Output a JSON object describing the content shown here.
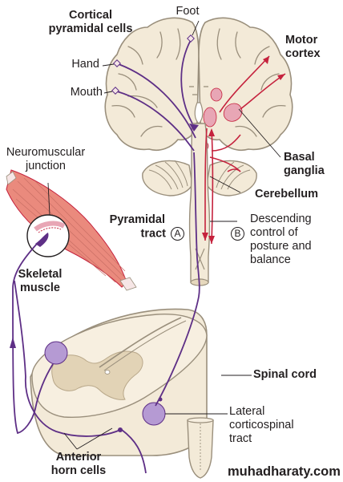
{
  "labels": {
    "foot": "Foot",
    "cortical_pyramidal_cells_line1": "Cortical",
    "cortical_pyramidal_cells_line2": "pyramidal cells",
    "hand": "Hand",
    "mouth": "Mouth",
    "motor_cortex_line1": "Motor",
    "motor_cortex_line2": "cortex",
    "basal_ganglia_line1": "Basal",
    "basal_ganglia_line2": "ganglia",
    "cerebellum": "Cerebellum",
    "neuromuscular_junction_line1": "Neuromuscular",
    "neuromuscular_junction_line2": "junction",
    "skeletal_muscle_line1": "Skeletal",
    "skeletal_muscle_line2": "muscle",
    "pyramidal_tract_line1": "Pyramidal",
    "pyramidal_tract_line2": "tract",
    "marker_a": "A",
    "marker_b": "B",
    "descending_line1": "Descending",
    "descending_line2": "control of",
    "descending_line3": "posture and",
    "descending_line4": "balance",
    "spinal_cord": "Spinal cord",
    "lateral_line1": "Lateral",
    "lateral_line2": "corticospinal",
    "lateral_line3": "tract",
    "anterior_line1": "Anterior",
    "anterior_line2": "horn cells"
  },
  "watermark": "muhadharaty.com",
  "colors": {
    "brain_fill": "#f3ead8",
    "brain_outline": "#9a8f7c",
    "pink_structure": "#e8a6b5",
    "red_pathway": "#c5223d",
    "purple_pathway": "#5e2f86",
    "purple_light": "#b59ad3",
    "muscle": "#ea8a7d",
    "leader_line": "#231f20"
  }
}
